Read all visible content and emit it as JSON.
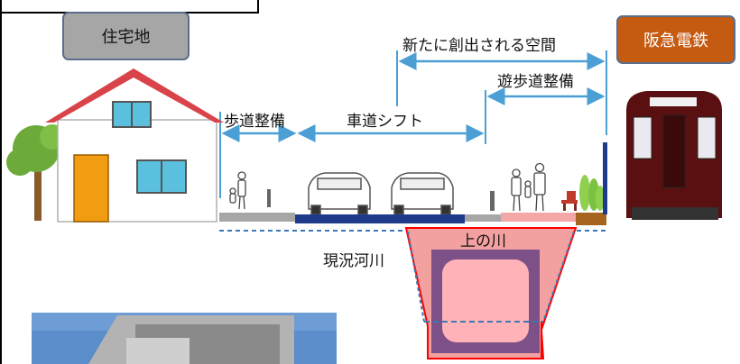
{
  "badges": {
    "left": "住宅地",
    "right": "阪急電鉄"
  },
  "labels": {
    "new_space": "新たに創出される空間",
    "promenade": "遊歩道整備",
    "sidewalk": "歩道整備",
    "road_shift": "車道シフト",
    "river_name": "上の川",
    "existing_river": "現況河川"
  },
  "colors": {
    "roof": "#d9434a",
    "house_wall": "#ffffff",
    "door": "#f29c11",
    "window": "#5bc0de",
    "tree": "#6cab3a",
    "road": "#1e3a8a",
    "sidewalk": "#a6a6a6",
    "promenade": "#f4a7a7",
    "culvert_outer": "#f2a0a0",
    "culvert_inner": "#7e5088",
    "culvert_core": "#ffb3b8",
    "arrow": "#4b9fd5",
    "train": "#5a1010",
    "badge_residential": "#a6a6a6",
    "badge_railway": "#c55a11"
  }
}
